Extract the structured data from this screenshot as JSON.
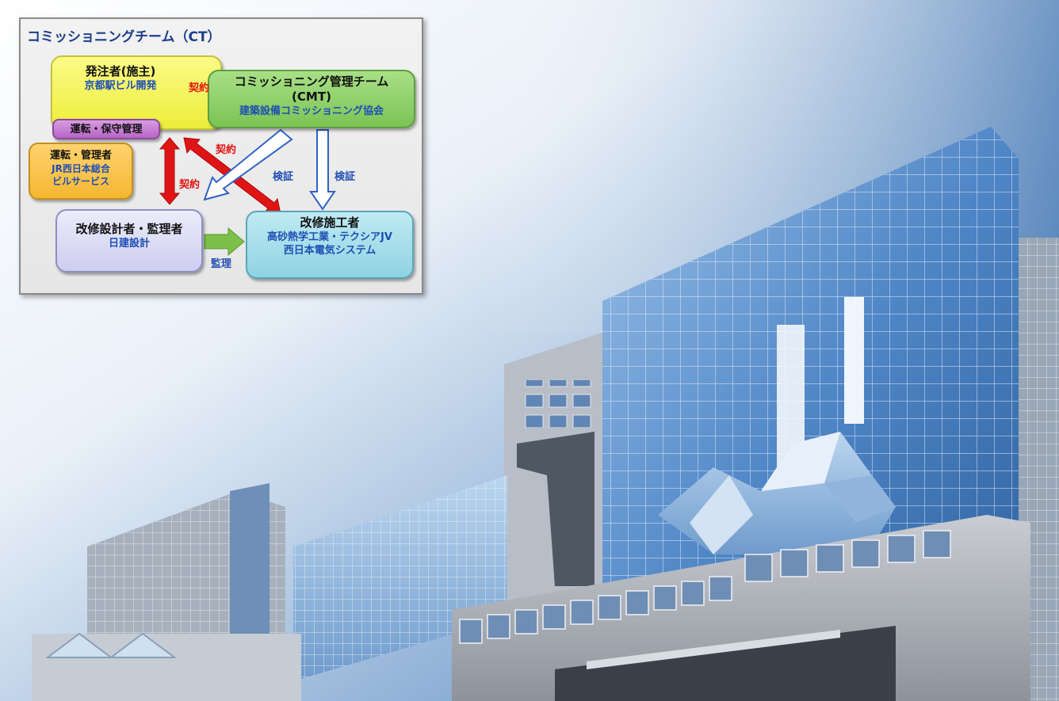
{
  "diagram": {
    "title": "コミッショニングチーム（CT）",
    "nodes": {
      "owner": {
        "name": "発注者(施主)",
        "org": "京都駅ビル開発"
      },
      "cmt": {
        "name_line1": "コミッショニング管理チーム",
        "name_line2": "(CMT)",
        "org": "建築設備コミッショニング協会"
      },
      "maintenance": {
        "name": "運転・保守管理"
      },
      "operator": {
        "name": "運転・管理者",
        "org_line1": "JR西日本総合",
        "org_line2": "ビルサービス"
      },
      "designer": {
        "name": "改修設計者・監理者",
        "org": "日建設計"
      },
      "contractor": {
        "name": "改修施工者",
        "org_line1": "高砂熱学工業・テクシアJV",
        "org_line2": "西日本電気システム"
      }
    },
    "edge_labels": {
      "contract_owner_cmt": "契約",
      "contract_owner_contractor": "契約",
      "contract_owner_designer": "契約",
      "verify_designer": "検証",
      "verify_contractor": "検証",
      "supervise": "監理"
    },
    "colors": {
      "contract_arrow": "#e01414",
      "verify_arrow": "#2f62c6",
      "supervise_arrow": "#7cc04a"
    }
  }
}
